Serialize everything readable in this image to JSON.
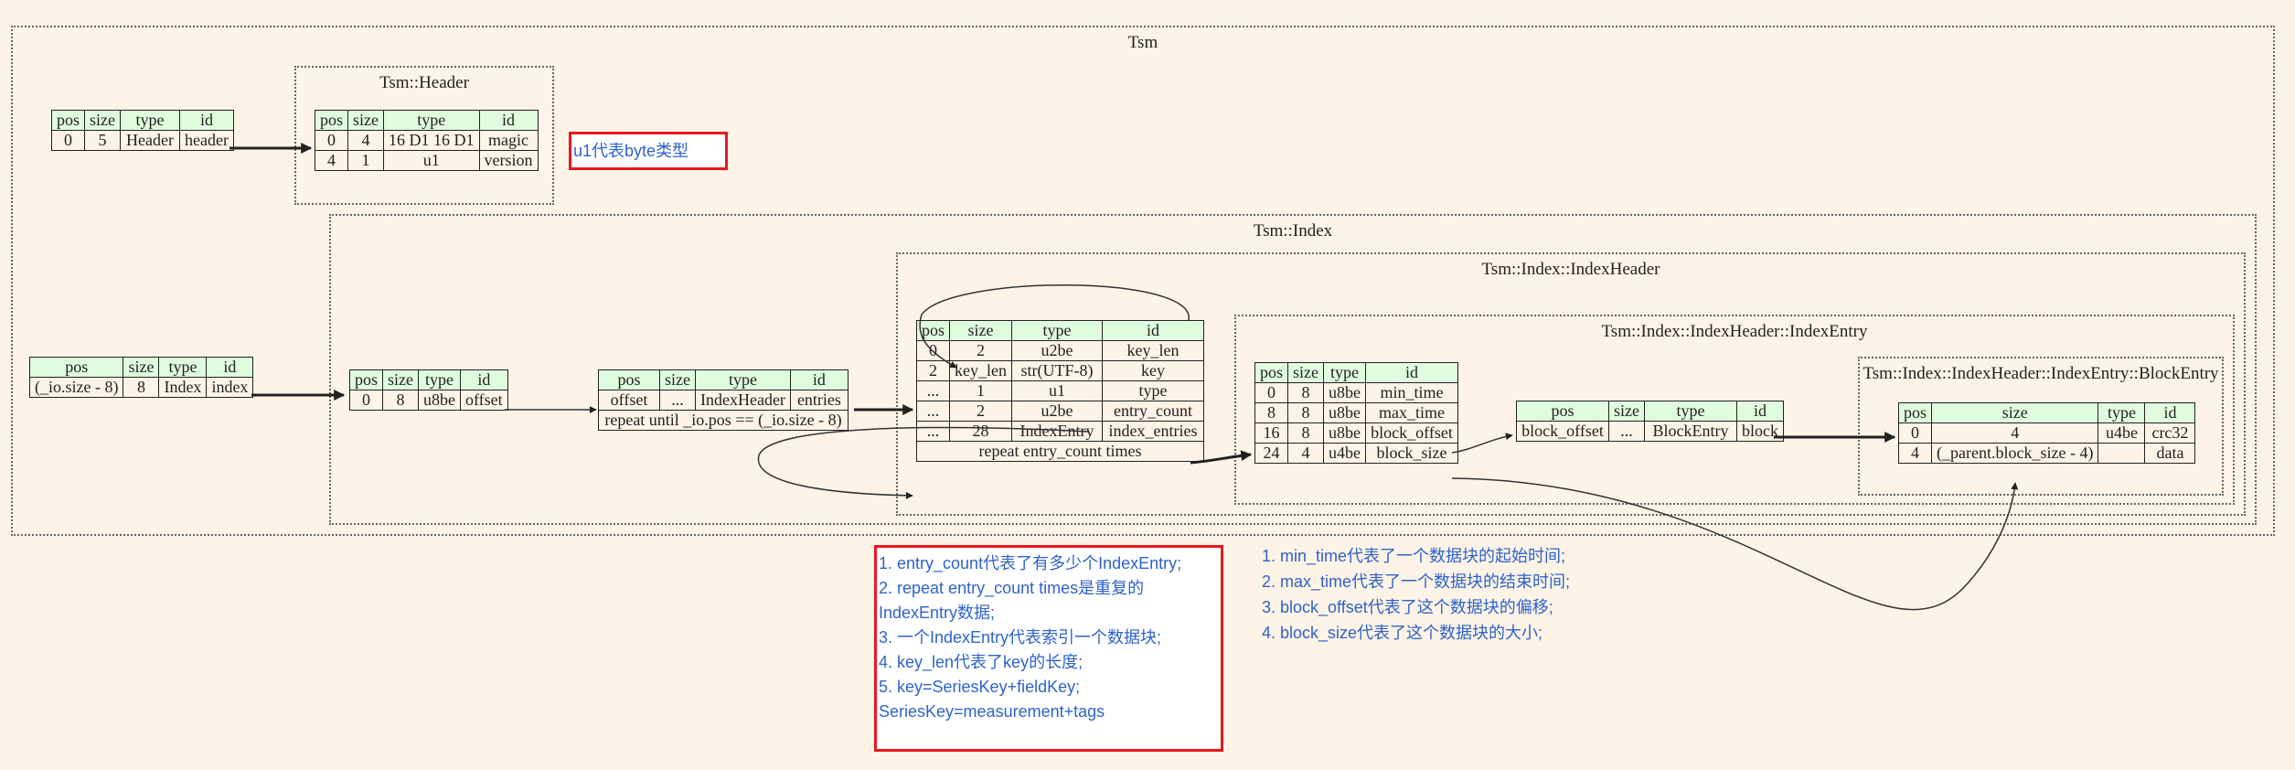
{
  "clusters": {
    "tsm": "Tsm",
    "header": "Tsm::Header",
    "index": "Tsm::Index",
    "index_header": "Tsm::Index::IndexHeader",
    "index_entry": "Tsm::Index::IndexHeader::IndexEntry",
    "block_entry": "Tsm::Index::IndexHeader::IndexEntry::BlockEntry"
  },
  "tables": {
    "tsm_root": {
      "headers": [
        "pos",
        "size",
        "type",
        "id"
      ],
      "rows": [
        [
          "0",
          "5",
          "Header",
          "header"
        ]
      ]
    },
    "tsm_header": {
      "headers": [
        "pos",
        "size",
        "type",
        "id"
      ],
      "rows": [
        [
          "0",
          "4",
          "16 D1 16 D1",
          "magic"
        ],
        [
          "4",
          "1",
          "u1",
          "version"
        ]
      ]
    },
    "tsm_index_root": {
      "headers": [
        "pos",
        "size",
        "type",
        "id"
      ],
      "rows": [
        [
          "(_io.size - 8)",
          "8",
          "Index",
          "index"
        ]
      ]
    },
    "index": {
      "headers": [
        "pos",
        "size",
        "type",
        "id"
      ],
      "rows": [
        [
          "0",
          "8",
          "u8be",
          "offset"
        ]
      ]
    },
    "index_entries": {
      "headers": [
        "pos",
        "size",
        "type",
        "id"
      ],
      "rows": [
        [
          "offset",
          "...",
          "IndexHeader",
          "entries"
        ]
      ],
      "footer": "repeat until _io.pos == (_io.size - 8)"
    },
    "index_header": {
      "headers": [
        "pos",
        "size",
        "type",
        "id"
      ],
      "rows": [
        [
          "0",
          "2",
          "u2be",
          "key_len"
        ],
        [
          "2",
          "key_len",
          "str(UTF-8)",
          "key"
        ],
        [
          "...",
          "1",
          "u1",
          "type"
        ],
        [
          "...",
          "2",
          "u2be",
          "entry_count"
        ],
        [
          "...",
          "28",
          "IndexEntry",
          "index_entries"
        ]
      ],
      "footer": "repeat entry_count times"
    },
    "index_entry": {
      "headers": [
        "pos",
        "size",
        "type",
        "id"
      ],
      "rows": [
        [
          "0",
          "8",
          "u8be",
          "min_time"
        ],
        [
          "8",
          "8",
          "u8be",
          "max_time"
        ],
        [
          "16",
          "8",
          "u8be",
          "block_offset"
        ],
        [
          "24",
          "4",
          "u4be",
          "block_size"
        ]
      ]
    },
    "block_ref": {
      "headers": [
        "pos",
        "size",
        "type",
        "id"
      ],
      "rows": [
        [
          "block_offset",
          "...",
          "BlockEntry",
          "block"
        ]
      ]
    },
    "block_entry": {
      "headers": [
        "pos",
        "size",
        "type",
        "id"
      ],
      "rows": [
        [
          "0",
          "4",
          "u4be",
          "crc32"
        ],
        [
          "4",
          "(_parent.block_size - 4)",
          "",
          "data"
        ]
      ]
    }
  },
  "notes": {
    "u1": {
      "lines": [
        "u1代表byte类型"
      ]
    },
    "index_header": {
      "lines": [
        "1. entry_count代表了有多少个IndexEntry;",
        "2. repeat entry_count times是重复的",
        "IndexEntry数据;",
        "3. 一个IndexEntry代表索引一个数据块;",
        "4. key_len代表了key的长度;",
        "5. key=SeriesKey+fieldKey;",
        "SeriesKey=measurement+tags"
      ]
    },
    "index_entry": {
      "lines": [
        "1. min_time代表了一个数据块的起始时间;",
        "2. max_time代表了一个数据块的结束时间;",
        "3. block_offset代表了这个数据块的偏移;",
        "4. block_size代表了这个数据块的大小;"
      ]
    }
  },
  "colors": {
    "background": "#fdf3e6",
    "header_cell": "#e0fcde",
    "note_border": "#e8181e",
    "note_text": "#2f63c9",
    "edge": "#222222"
  }
}
